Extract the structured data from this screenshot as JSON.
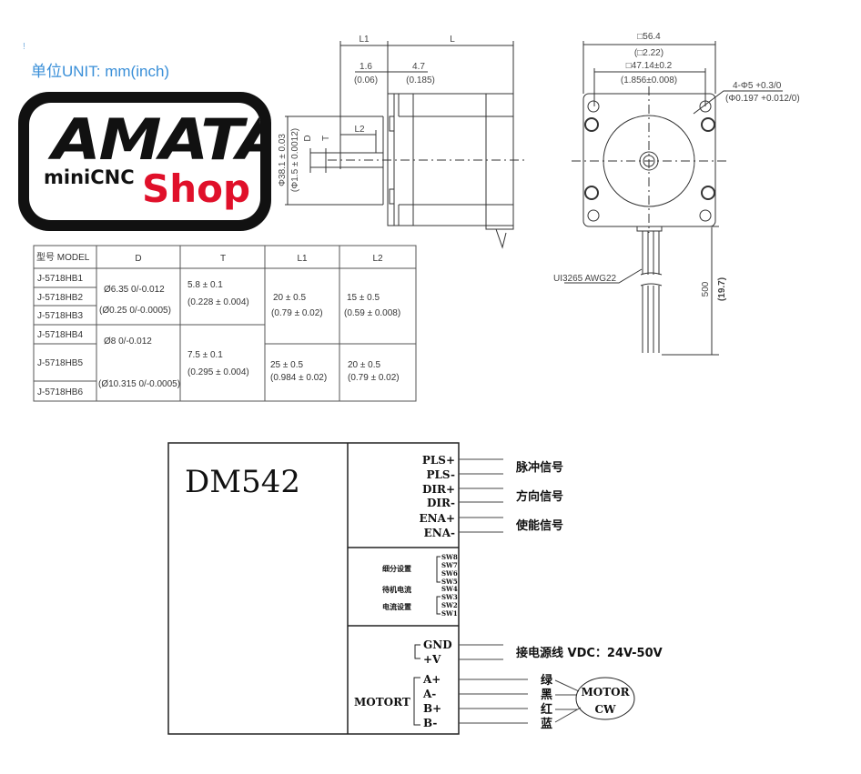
{
  "header": {
    "mark": "!",
    "unit_label": "单位UNIT: mm(inch)"
  },
  "logo": {
    "title": "AMATA",
    "subtitle": "miniCNC",
    "tag": "Shop",
    "tag_color": "#e0102a"
  },
  "side_view": {
    "l1": "L1",
    "l": "L",
    "d1_mm": "1.6",
    "d1_in": "(0.06)",
    "d2_mm": "4.7",
    "d2_in": "(0.185)",
    "boss_mm": "Φ38.1 ± 0.03",
    "boss_in": "(Φ1.5 ± 0.0012)",
    "d": "D",
    "t": "T",
    "l2": "L2"
  },
  "front_view": {
    "size_mm": "□56.4",
    "size_in": "(□2.22)",
    "pitch_mm": "□47.14±0.2",
    "pitch_in": "(1.856±0.008)",
    "hole_mm": "4-Φ5 +0.3/0",
    "hole_in": "(Φ0.197 +0.012/0)",
    "cable": "UI3265  AWG22",
    "cable_len_mm": "500",
    "cable_len_in": "(19.7)"
  },
  "table": {
    "headers": [
      "型号 MODEL",
      "D",
      "T",
      "L1",
      "L2"
    ],
    "models": [
      "J-5718HB1",
      "J-5718HB2",
      "J-5718HB3",
      "J-5718HB4",
      "J-5718HB5",
      "J-5718HB6"
    ],
    "d_group1": [
      "Ø6.35 0/-0.012",
      "(Ø0.25 0/-0.0005)"
    ],
    "d_group2": [
      "Ø8 0/-0.012",
      "(Ø10.315 0/-0.0005)"
    ],
    "t_group1": [
      "5.8 ± 0.1",
      "(0.228 ± 0.004)"
    ],
    "t_group2": [
      "7.5 ± 0.1",
      "(0.295 ± 0.004)"
    ],
    "l1_group1": [
      "20  ± 0.5",
      "(0.79 ± 0.02)"
    ],
    "l1_group2": [
      "25  ± 0.5",
      "(0.984 ± 0.02)"
    ],
    "l2_group1": [
      "15  ± 0.5",
      "(0.59 ± 0.008)"
    ],
    "l2_group2": [
      "20  ± 0.5",
      "(0.79 ± 0.02)"
    ]
  },
  "driver": {
    "model": "DM542",
    "signal_pins": [
      "PLS+",
      "PLS-",
      "DIR+",
      "DIR-",
      "ENA+",
      "ENA-"
    ],
    "signal_labels": [
      "脉冲信号",
      "方向信号",
      "使能信号"
    ],
    "switch_groups": [
      "细分设置",
      "待机电流",
      "电流设置"
    ],
    "switches": [
      "SW8",
      "SW7",
      "SW6",
      "SW5",
      "SW4",
      "SW3",
      "SW2",
      "SW1"
    ],
    "power_pins": [
      "GND",
      "+V"
    ],
    "power_label": "接电源线  VDC：24V-50V",
    "motor_label": "MOTORT",
    "motor_pins": [
      "A+",
      "A-",
      "B+",
      "B-"
    ],
    "wire_colors": [
      "绿",
      "黑",
      "红",
      "蓝"
    ],
    "motor_text": [
      "MOTOR",
      "CW"
    ]
  }
}
